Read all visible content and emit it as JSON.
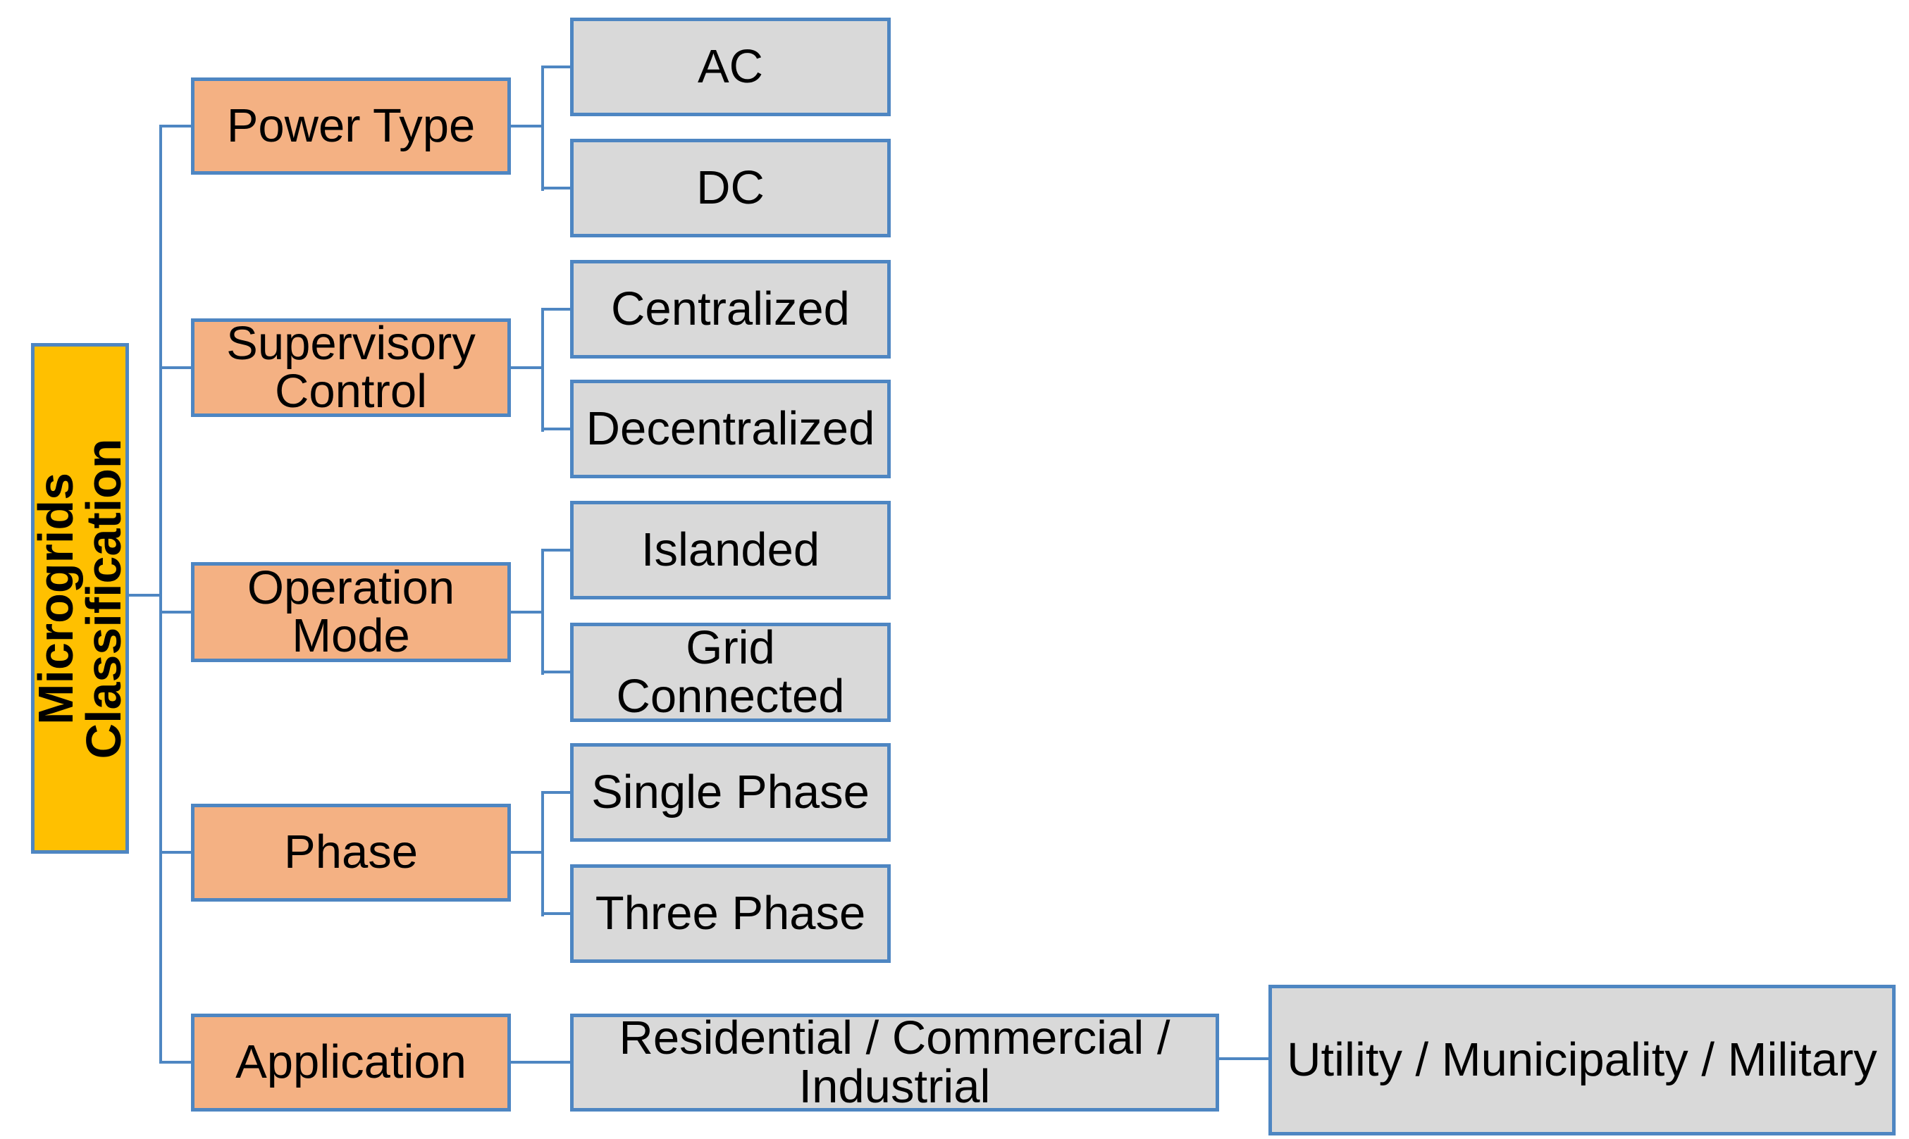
{
  "diagram": {
    "title": "Microgrids Classification",
    "colors": {
      "root_fill": "#FFC000",
      "category_fill": "#F4B183",
      "leaf_fill": "#D9D9D9",
      "border": "#4E86C2",
      "connector": "#4E86C2",
      "text": "#000000",
      "background": "#FFFFFF"
    },
    "nodes": {
      "root": "Microgrids\nClassification",
      "power_type": "Power Type",
      "ac": "AC",
      "dc": "DC",
      "supervisory_control": "Supervisory\nControl",
      "centralized": "Centralized",
      "decentralized": "Decentralized",
      "operation_mode": "Operation\nMode",
      "islanded": "Islanded",
      "grid_connected": "Grid\nConnected",
      "phase": "Phase",
      "single_phase": "Single Phase",
      "three_phase": "Three Phase",
      "application": "Application",
      "residential": "Residential / Commercial /\nIndustrial",
      "utility": "Utility / Municipality / Military"
    },
    "hierarchy": [
      {
        "category": "Power Type",
        "children": [
          "AC",
          "DC"
        ]
      },
      {
        "category": "Supervisory Control",
        "children": [
          "Centralized",
          "Decentralized"
        ]
      },
      {
        "category": "Operation Mode",
        "children": [
          "Islanded",
          "Grid Connected"
        ]
      },
      {
        "category": "Phase",
        "children": [
          "Single Phase",
          "Three Phase"
        ]
      },
      {
        "category": "Application",
        "children": [
          {
            "label": "Residential / Commercial / Industrial",
            "children": [
              "Utility / Municipality / Military"
            ]
          }
        ]
      }
    ]
  }
}
